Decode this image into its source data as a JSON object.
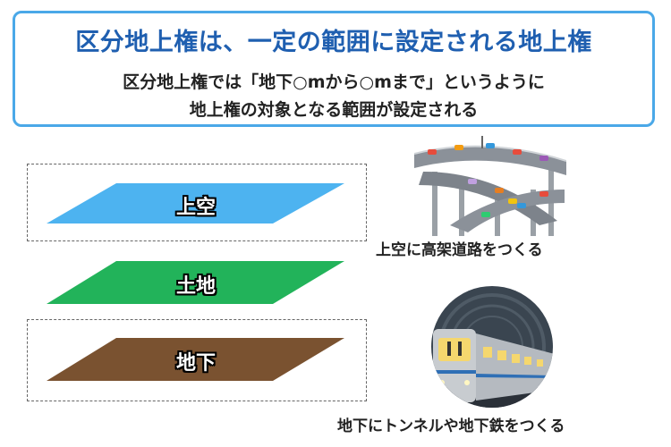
{
  "header": {
    "title": "区分地上権は、一定の範囲に設定される地上権",
    "subtitle_line1": "区分地上権では「地下○mから○mまで」というように",
    "subtitle_line2": "地上権の対象となる範囲が設定される"
  },
  "layers": {
    "sky": {
      "label": "上空",
      "color": "#4db3f0"
    },
    "land": {
      "label": "土地",
      "color": "#22b35a"
    },
    "underground": {
      "label": "地下",
      "color": "#7a5230"
    }
  },
  "illustrations": {
    "highway_caption": "上空に高架道路をつくる",
    "subway_caption": "地下にトンネルや地下鉄をつくる"
  }
}
